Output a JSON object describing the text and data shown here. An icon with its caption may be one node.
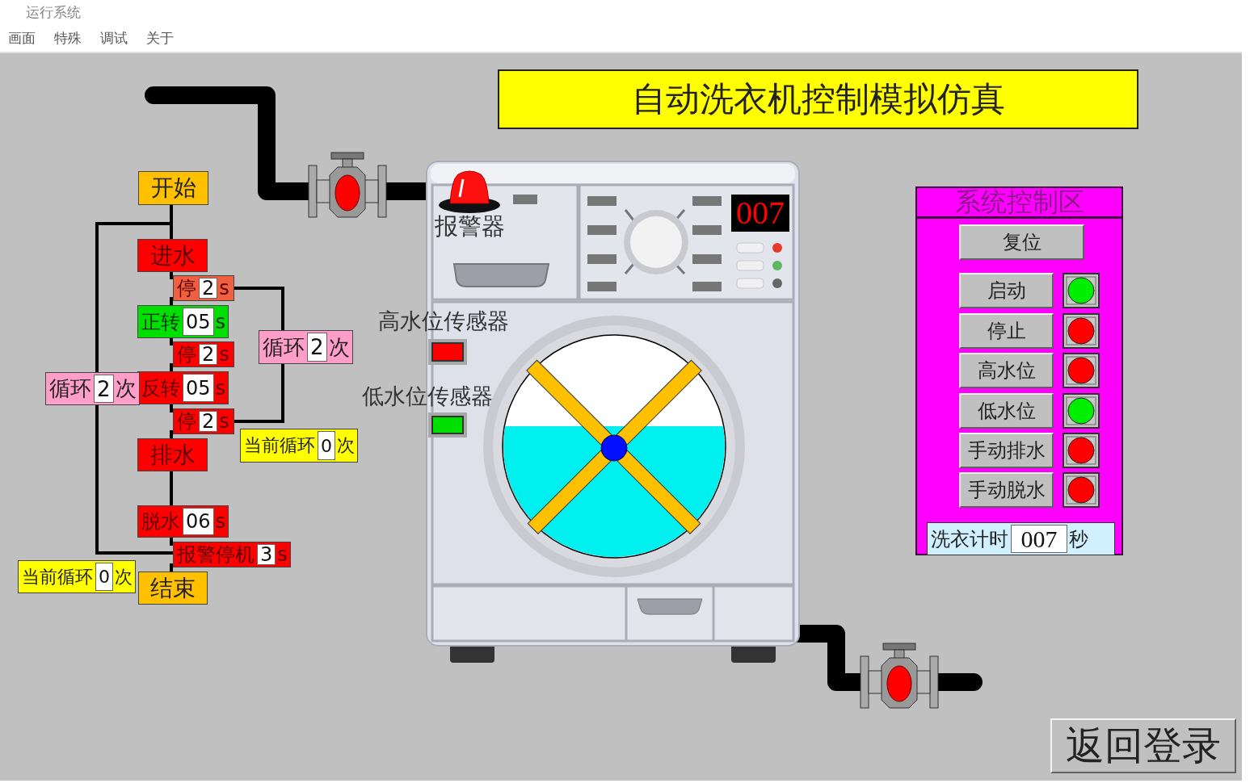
{
  "diagram": {
    "nodes": [
      {
        "text": [
          "开始"
        ]
      },
      {
        "text": [
          "进水"
        ]
      },
      {
        "text": [
          "停",
          "2",
          "s"
        ]
      },
      {
        "text": [
          "正转",
          "05",
          "s"
        ]
      },
      {
        "text": [
          "停",
          "2",
          "s"
        ]
      },
      {
        "text": [
          "反转",
          "05",
          "s"
        ]
      },
      {
        "text": [
          "停",
          "2",
          "s"
        ]
      },
      {
        "text": [
          "排水"
        ]
      },
      {
        "text": [
          "脱水",
          "06",
          "s"
        ]
      },
      {
        "text": [
          "报警停机",
          "3",
          "s"
        ]
      },
      {
        "text": [
          "结束"
        ]
      },
      {
        "text": [
          "循环",
          "2",
          "次"
        ]
      },
      {
        "text": [
          "循环",
          "2",
          "次"
        ]
      },
      {
        "text": [
          "当前循环",
          "0",
          "次"
        ]
      },
      {
        "text": [
          "当前循环",
          "0",
          "次"
        ]
      },
      {
        "text": [
          "自动洗衣机控制模拟仿真"
        ]
      },
      {
        "text": [
          "系统控制区"
        ]
      },
      {
        "text": [
          "复位"
        ],
        "in": 16
      },
      {
        "text": [
          "启动"
        ],
        "in": 16
      },
      {
        "text": [
          "停止"
        ],
        "in": 16
      },
      {
        "text": [
          "高水位"
        ],
        "in": 16
      },
      {
        "text": [
          "低水位"
        ],
        "in": 16
      },
      {
        "text": [
          "手动排水"
        ],
        "in": 16
      },
      {
        "text": [
          "手动脱水"
        ],
        "in": 16
      },
      {
        "text": [
          "洗衣计时",
          "007",
          "秒"
        ],
        "in": 16
      },
      {
        "text": [
          "返回登录"
        ]
      }
    ],
    "edges": [
      {
        "from": 0,
        "to": 1,
        "arrow": "none"
      },
      {
        "from": 1,
        "to": 2,
        "arrow": "none"
      },
      {
        "from": 2,
        "to": 3,
        "arrow": "none"
      },
      {
        "from": 3,
        "to": 4,
        "arrow": "none"
      },
      {
        "from": 4,
        "to": 5,
        "arrow": "none"
      },
      {
        "from": 5,
        "to": 6,
        "arrow": "none"
      },
      {
        "from": 6,
        "to": 7,
        "arrow": "none"
      },
      {
        "from": 7,
        "to": 8,
        "arrow": "none"
      },
      {
        "from": 8,
        "to": 9,
        "arrow": "none"
      },
      {
        "from": 9,
        "to": 10,
        "arrow": "none"
      },
      {
        "from": 2,
        "to": 11,
        "arrow": "none"
      },
      {
        "from": 11,
        "to": 6,
        "arrow": "none"
      },
      {
        "from": 0,
        "to": 12,
        "arrow": "none"
      },
      {
        "from": 12,
        "to": 9,
        "arrow": "none"
      }
    ],
    "labels": [
      "运行系统",
      "画面",
      "特殊",
      "调试",
      "关于",
      "报警器",
      "高水位传感器",
      "低水位传感器",
      "007"
    ]
  }
}
